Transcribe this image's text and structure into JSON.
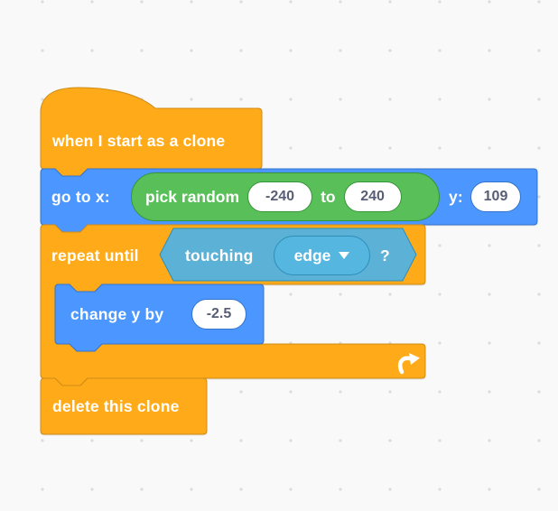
{
  "workspace": {
    "background_color": "#F9F9F9",
    "grid_dot_color": "#DCDCDC"
  },
  "colors": {
    "control_fill": "#FFAB19",
    "control_border": "#CF8B17",
    "motion_fill": "#4C97FF",
    "motion_border": "#3373CC",
    "operators_fill": "#59C059",
    "operators_border": "#389438",
    "sensing_fill": "#5CB1D6",
    "sensing_border": "#2E8EB8",
    "sensing_menu_fill": "#55B6E0",
    "input_text": "#575E75",
    "label_text": "#FFFFFF"
  },
  "blocks": {
    "when_clone": {
      "label": "when I start as a clone"
    },
    "go_to": {
      "label_prefix": "go to x:",
      "label_y": "y:",
      "y_value": "109",
      "pick_random": {
        "label": "pick random",
        "to_label": "to",
        "min": "-240",
        "max": "240"
      }
    },
    "repeat_until": {
      "label": "repeat until",
      "touching": {
        "label": "touching",
        "menu_value": "edge",
        "suffix": "?"
      }
    },
    "change_y": {
      "label": "change y by",
      "value": "-2.5"
    },
    "delete_clone": {
      "label": "delete this clone"
    }
  }
}
